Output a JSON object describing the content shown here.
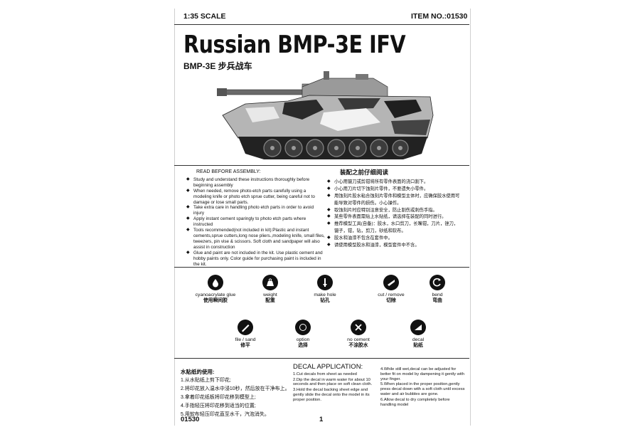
{
  "header": {
    "scale": "1:35 SCALE",
    "item_no": "ITEM NO.:01530"
  },
  "title": "Russian BMP-3E IFV",
  "subtitle": "BMP-3E 步兵战车",
  "instructions_en": {
    "heading": "READ BEFORE ASSEMBLY:",
    "items": [
      "Study and understand these instructions thoroughly before beginning assembly",
      "When needed, remove photo-etch parts carefully using a modeling knife or photo etch sprue cutter, being careful not to damage or lose small parts.",
      "Take extra care in handling photo etch parts in order to avoid injury",
      "Apply instant cement sparingly to photo etch parts where instructed",
      "Tools recommended(not included in kit):Plastic and instant cements,sprue cutters,long nose pliers.,modeling knife, small files, tweezers, pin vise & scissors. Soft cloth and sandpaper will also assist in construction",
      "Glue and paint are not included in the kit. Use plastic cement and hobby paints only. Color guide for purchasing paint is included in the kit."
    ]
  },
  "instructions_zh": {
    "heading": "装配之前仔细阅读",
    "items": [
      "小心用镊刀或剪钳将所有零件表面的浇口割下。",
      "小心用刀片切下蚀刻片零件，不要遗失小零件。",
      "用蚀刻片胶水粘合蚀刻片零件和模型主体时，应确保胶水使用可能导致对零件的损伤。小心操作。",
      "取蚀刻片时应特别注意安全，防止割伤或刺伤手指。",
      "某些零件表面需贴上水贴纸，请选择在装配的同时进行。",
      "推荐模型工具(自备)：胶水，水口剪刀，长嘴钳，刀片，锉刀，镊子，钳，钻，剪刀，砂纸和软布。",
      "胶水和油漆不包含在套件中。",
      "请使用模型胶水和油漆，模型套件中不含。"
    ]
  },
  "symbols": [
    {
      "icon": "cyanoacrylate-glue-icon",
      "en": "cyanoacrylate glue",
      "zh": "使用瞬间胶"
    },
    {
      "icon": "weight-icon",
      "en": "weight",
      "zh": "配重"
    },
    {
      "icon": "make-hole-icon",
      "en": "make hole",
      "zh": "钻孔"
    },
    {
      "icon": "cut-remove-icon",
      "en": "cut / remove",
      "zh": "切除"
    },
    {
      "icon": "bend-icon",
      "en": "bend",
      "zh": "弯曲"
    },
    {
      "icon": "file-sand-icon",
      "en": "file / sand",
      "zh": "修平"
    },
    {
      "icon": "option-icon",
      "en": "option",
      "zh": "选择"
    },
    {
      "icon": "no-cement-icon",
      "en": "no cement",
      "zh": "不涂胶水"
    },
    {
      "icon": "decal-icon",
      "en": "decal",
      "zh": "贴纸"
    }
  ],
  "decal_zh": {
    "heading": "水贴纸的使用:",
    "steps": [
      "1.从水贴纸上剪下印花;",
      "2.将印花放入温水中浸10秒，然后放在干净布上。",
      "3.拿着印花纸板将印花移到模型上;",
      "4.手指轻压将印花移到适当的位置;",
      "5.用软布轻压印花直至水干，汽泡消失。"
    ]
  },
  "decal_en": {
    "heading": "DECAL APPLICATION:",
    "steps": [
      "1.Cut decals from sheet as needed",
      "2.Dip the decal in warm water for about 10 seconds and then place on soft clean cloth.",
      "3.Hold the decal backing sheet edge and gently slide the decal onto the model in its proper position.",
      "4.While still wet,decal can be adjusted for better fit on model by dampening it gently with your finger.",
      "5.When placed in the proper position,gently press decal down with a soft cloth until excess water and air bubbles are gone.",
      "6.Allow decal to dry completely before handling model"
    ]
  },
  "footer": {
    "code": "01530",
    "page": "1"
  }
}
